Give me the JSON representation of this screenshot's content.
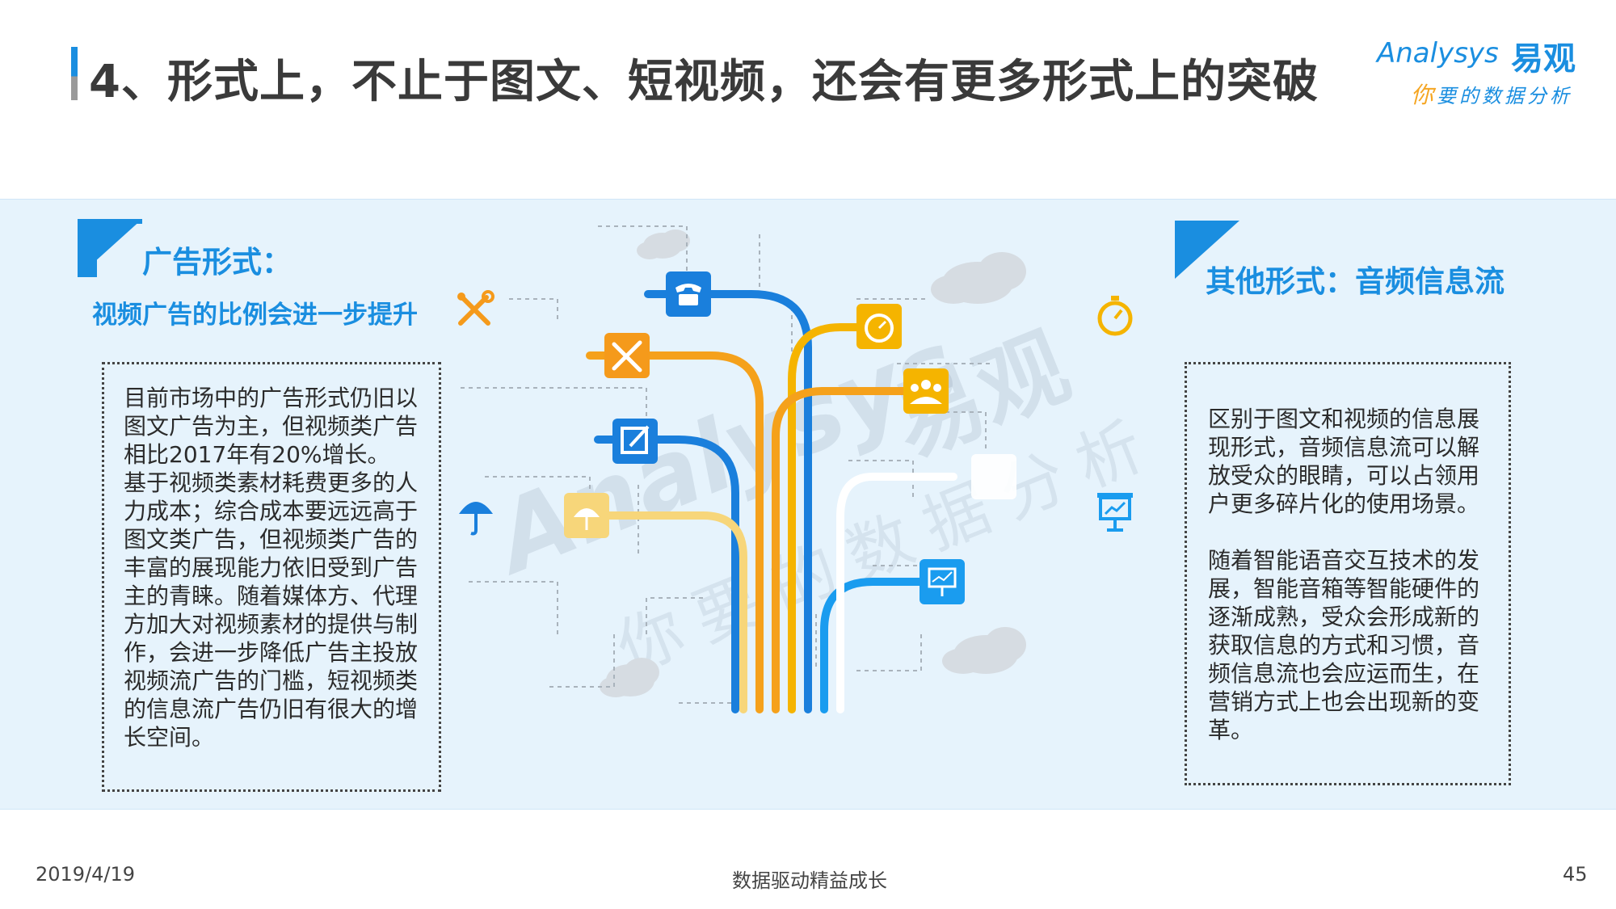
{
  "header": {
    "title": "4、形式上，不止于图文、短视频，还会有更多形式上的突破"
  },
  "logo": {
    "brand_en": "Analysys",
    "brand_cn": "易观",
    "tagline_first": "你",
    "tagline_rest": "要的数据分析"
  },
  "left_section": {
    "heading": "广告形式：",
    "subheading": "视频广告的比例会进一步提升",
    "paragraph_1": "目前市场中的广告形式仍旧以图文广告为主，但视频类广告相比2017年有20%增长。",
    "paragraph_2": "基于视频类素材耗费更多的人力成本；综合成本要远远高于图文类广告，但视频类广告的丰富的展现能力依旧受到广告主的青睐。随着媒体方、代理方加大对视频素材的提供与制作，会进一步降低广告主投放视频流广告的门槛，短视频类的信息流广告仍旧有很大的增长空间。"
  },
  "right_section": {
    "heading": "其他形式：音频信息流",
    "paragraph_1": "区别于图文和视频的信息展现形式，音频信息流可以解放受众的眼睛，可以占领用户更多碎片化的使用场景。",
    "paragraph_2": "随着智能语音交互技术的发展，智能音箱等智能硬件的逐渐成熟，受众会形成新的获取信息的方式和习惯，音频信息流也会应运而生，在营销方式上也会出现新的变革。"
  },
  "watermark": {
    "brand_en": "Analysys",
    "brand_cn": "易观",
    "tagline": "你要的数据分析"
  },
  "footer": {
    "date": "2019/4/19",
    "slogan": "数据驱动精益成长",
    "page_number": "45"
  },
  "colors": {
    "accent_blue": "#1a8ee0",
    "accent_orange": "#f59a1b",
    "accent_yellow": "#f5b400",
    "panel_bg": "#e6f3fc"
  },
  "icons": {
    "tree_nodes": [
      "phone-icon",
      "tools-icon",
      "stopwatch-icon",
      "group-icon",
      "edit-icon",
      "umbrella-icon",
      "presentation-icon"
    ],
    "side": [
      "tools-icon",
      "umbrella-icon",
      "stopwatch-icon",
      "presentation-icon"
    ]
  }
}
